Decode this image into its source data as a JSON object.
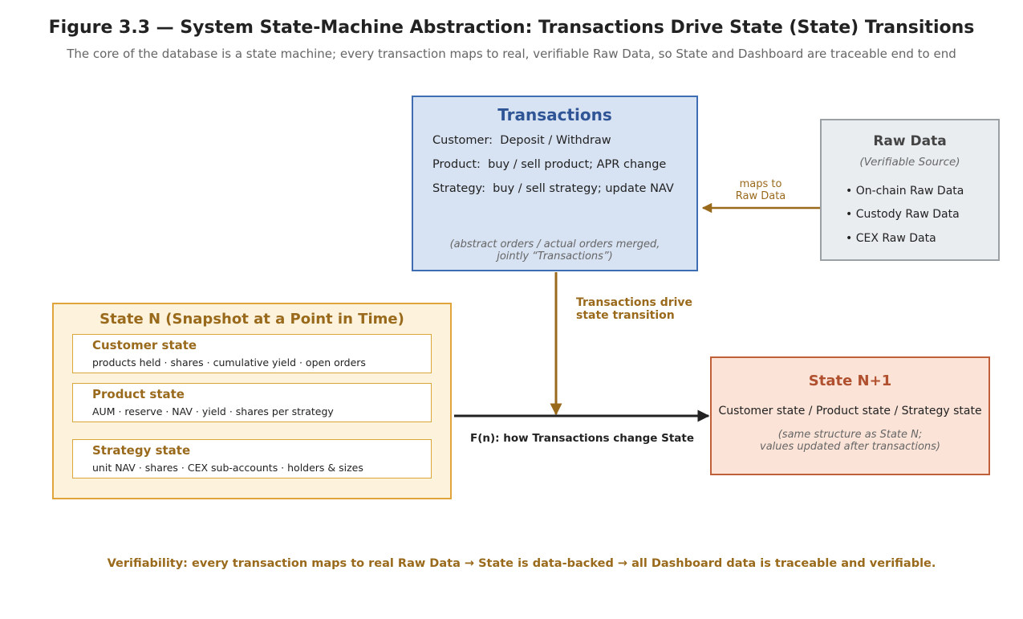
{
  "header": {
    "title": "Figure 3.3 — System State-Machine Abstraction: Transactions Drive State (State) Transitions",
    "subtitle": "The core of the database is a state machine; every transaction maps to real, verifiable Raw Data, so State and Dashboard are traceable end to end"
  },
  "transactions": {
    "title": "Transactions",
    "lines": [
      "Customer:  Deposit / Withdraw",
      "Product:  buy / sell product; APR change",
      "Strategy:  buy / sell strategy; update NAV"
    ],
    "note_line1": "(abstract orders / actual orders merged,",
    "note_line2": "jointly “Transactions”)"
  },
  "raw_data": {
    "title": "Raw Data",
    "subtitle": "(Verifiable Source)",
    "items": [
      "• On-chain Raw Data",
      "• Custody Raw Data",
      "• CEX Raw Data"
    ]
  },
  "connectors": {
    "maps_line1": "maps to",
    "maps_line2": "Raw Data",
    "drive_line1": "Transactions drive",
    "drive_line2": "state transition",
    "fn_label": "F(n): how Transactions change State"
  },
  "state_n": {
    "title": "State N  (Snapshot at a Point in Time)",
    "sections": [
      {
        "title": "Customer state",
        "desc": "products held · shares · cumulative yield · open orders"
      },
      {
        "title": "Product state",
        "desc": "AUM · reserve · NAV · yield · shares per strategy"
      },
      {
        "title": "Strategy state",
        "desc": "unit NAV · shares · CEX sub-accounts · holders & sizes"
      }
    ]
  },
  "state_n1": {
    "title": "State N+1",
    "desc": "Customer state / Product state / Strategy state",
    "note_line1": "(same structure as State N;",
    "note_line2": "values updated after transactions)"
  },
  "footer": {
    "text": "Verifiability: every transaction maps to real Raw Data  →  State is data-backed  →  all Dashboard data is traceable and verifiable."
  },
  "colors": {
    "transactions_fill": "#d7e2f2",
    "transactions_border": "#3f6db3",
    "raw_fill": "#e9edf0",
    "raw_border": "#9aa0a3",
    "state_n_fill": "#fdf2dc",
    "state_n_border": "#e0a43a",
    "state_n1_fill": "#fbe3d7",
    "state_n1_border": "#c0603a",
    "accent_brown": "#9a6a1c",
    "arrow_dark": "#222222"
  }
}
